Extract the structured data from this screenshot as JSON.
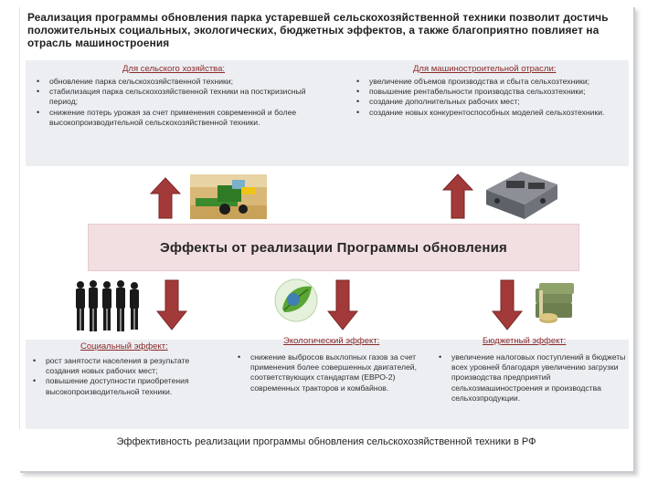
{
  "title": "Реализация программы обновления парка устаревшей сельскохозяйственной техники позволит достичь положительных социальных, экологических, бюджетных эффектов, а также благоприятно повлияет на отрасль машиностроения",
  "top": {
    "agriculture": {
      "heading": "Для сельского хозяйства:",
      "items": [
        "обновление парка сельскохозяйственной техники;",
        "стабилизация парка сельскохозяйственной техники на посткризисный период;",
        "снижение потерь урожая за счет применения современной и более высокопроизводительной сельскохозяйственной техники."
      ]
    },
    "machinery": {
      "heading": "Для машиностроительной отрасли:",
      "items": [
        "увеличение объемов производства и сбыта сельхозтехники;",
        "повышение рентабельности производства сельхозтехники;",
        "создание дополнительных рабочих мест;",
        "создание новых конкурентоспособных моделей сельхозтехники."
      ]
    }
  },
  "center": {
    "title": "Эффекты от реализации Программы обновления"
  },
  "bottom": {
    "social": {
      "heading": "Социальный эффект:",
      "items": [
        "рост занятости населения в результате создания новых рабочих мест;",
        "повышение доступности приобретения высокопроизводительной техники."
      ]
    },
    "ecological": {
      "heading": "Экологический эффект:",
      "items": [
        "снижение выбросов выхлопных газов за счет применения более совершенных двигателей, соответствующих стандартам (ЕВРО-2) современных тракторов и комбайнов."
      ]
    },
    "budget": {
      "heading": "Бюджетный эффект:",
      "items": [
        "увеличение налоговых поступлений в бюджеты всех уровней благодаря увеличению загрузки производства предприятий сельхозмашиностроения и производства сельхозпродукции."
      ]
    }
  },
  "caption": "Эффективность реализации программы обновления сельскохозяйственной техники в РФ",
  "colors": {
    "arrow": "#a23a3a",
    "heading": "#8a2a2a",
    "panel": "#eceef2",
    "effects_box": "#f2dfe2"
  },
  "icons": [
    "combine-harvester-image",
    "tractor-engine-image",
    "people-silhouettes-image",
    "leaf-globe-icon",
    "money-stack-image"
  ]
}
